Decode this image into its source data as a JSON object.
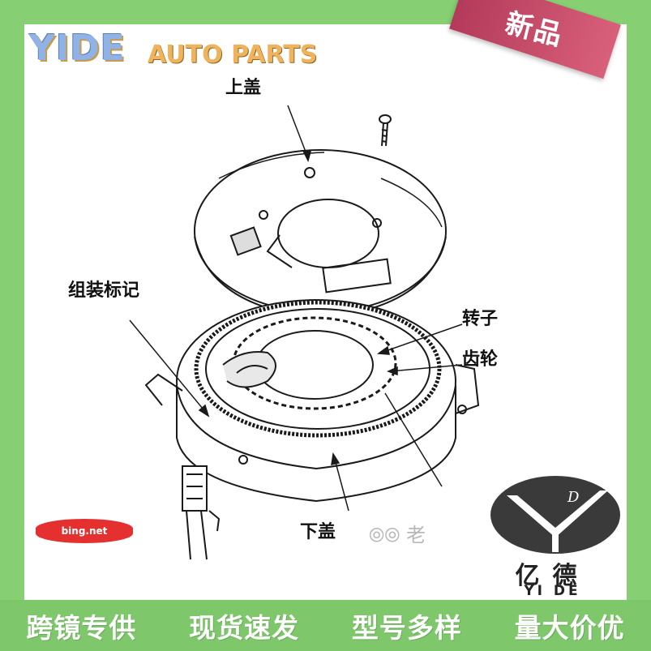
{
  "brand": {
    "name": "YIDE",
    "tagline": "AUTO PARTS",
    "new_badge": "新品"
  },
  "diagram": {
    "labels": {
      "top_cover": "上盖",
      "assembly_mark": "组装标记",
      "rotor": "转子",
      "gear": "齿轮",
      "bottom_cover": "下盖"
    }
  },
  "watermarks": {
    "wechat": "老",
    "stamp": "bing.net"
  },
  "logo": {
    "chinese_name": "亿德",
    "english_name": "YI DE",
    "letter": "D"
  },
  "banner": {
    "slogans": [
      "跨镜专供",
      "现货速发",
      "型号多样",
      "量大价优"
    ]
  },
  "colors": {
    "frame_green": "#7dc96b",
    "brand_blue": "#8fb3e6",
    "brand_orange": "#f0b25a",
    "ribbon_red": "#c7476a",
    "stamp_red": "#e53030"
  }
}
